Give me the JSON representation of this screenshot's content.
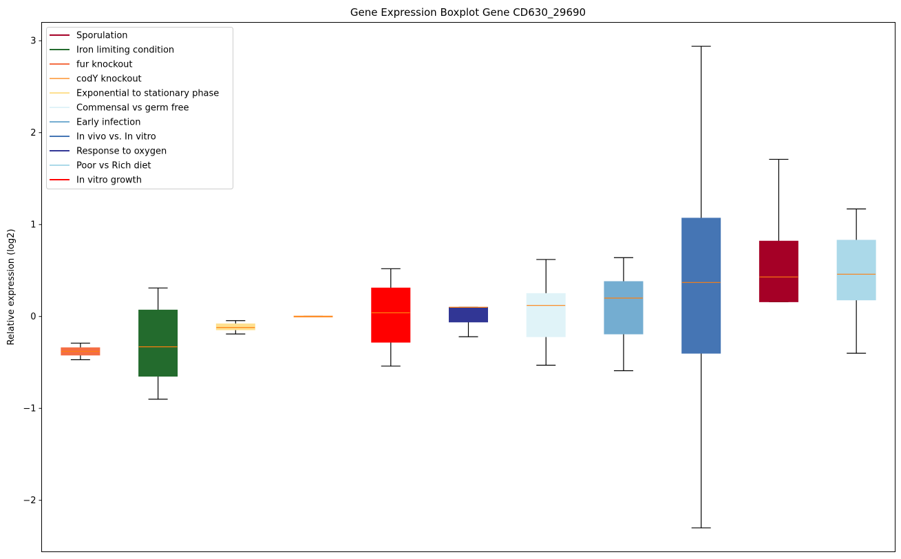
{
  "chart_data": {
    "type": "boxplot",
    "title": "Gene Expression Boxplot Gene CD630_29690",
    "xlabel": "",
    "ylabel": "Relative expression (log2)",
    "ylim": [
      -2.56,
      3.2
    ],
    "xlim": [
      0.5,
      11.5
    ],
    "yticks": [
      -2,
      -1,
      0,
      1,
      2,
      3
    ],
    "ytick_labels": [
      "−2",
      "−1",
      "0",
      "1",
      "2",
      "3"
    ],
    "grid": false,
    "legend_position": "top-left",
    "median_color": "#ff7f0e",
    "legend": [
      {
        "label": "Sporulation",
        "color": "#a50026"
      },
      {
        "label": "Iron limiting condition",
        "color": "#236b2d"
      },
      {
        "label": "fur knockout",
        "color": "#f46d43"
      },
      {
        "label": "codY knockout",
        "color": "#fdae61"
      },
      {
        "label": "Exponential to stationary phase",
        "color": "#fee090"
      },
      {
        "label": "Commensal vs germ free",
        "color": "#e0f3f8"
      },
      {
        "label": "Early infection",
        "color": "#74add1"
      },
      {
        "label": "In vivo vs. In vitro",
        "color": "#4575b4"
      },
      {
        "label": "Response to oxygen",
        "color": "#313695"
      },
      {
        "label": "Poor vs Rich diet",
        "color": "#abd9e9"
      },
      {
        "label": "In vitro growth",
        "color": "#ff0000"
      }
    ],
    "series": [
      {
        "name": "fur knockout",
        "color": "#f46d43",
        "whislo": -0.47,
        "q1": -0.42,
        "median": -0.38,
        "q3": -0.34,
        "whishi": -0.29
      },
      {
        "name": "Iron limiting condition",
        "color": "#236b2d",
        "whislo": -0.9,
        "q1": -0.65,
        "median": -0.33,
        "q3": 0.07,
        "whishi": 0.31
      },
      {
        "name": "Exponential to stationary phase",
        "color": "#fee090",
        "whislo": -0.19,
        "q1": -0.145,
        "median": -0.12,
        "q3": -0.08,
        "whishi": -0.045
      },
      {
        "name": "codY knockout",
        "color": "#fdae61",
        "whislo": -0.005,
        "q1": -0.005,
        "median": 0.0,
        "q3": 0.005,
        "whishi": 0.005
      },
      {
        "name": "In vitro growth",
        "color": "#ff0000",
        "whislo": -0.54,
        "q1": -0.28,
        "median": 0.04,
        "q3": 0.31,
        "whishi": 0.52
      },
      {
        "name": "Response to oxygen",
        "color": "#313695",
        "whislo": -0.22,
        "q1": -0.06,
        "median": 0.1,
        "q3": 0.1,
        "whishi": 0.1
      },
      {
        "name": "Commensal vs germ free",
        "color": "#e0f3f8",
        "whislo": -0.53,
        "q1": -0.22,
        "median": 0.12,
        "q3": 0.25,
        "whishi": 0.62
      },
      {
        "name": "Early infection",
        "color": "#74add1",
        "whislo": -0.59,
        "q1": -0.19,
        "median": 0.2,
        "q3": 0.38,
        "whishi": 0.64
      },
      {
        "name": "In vivo vs. In vitro",
        "color": "#4575b4",
        "whislo": -2.3,
        "q1": -0.4,
        "median": 0.37,
        "q3": 1.07,
        "whishi": 2.94
      },
      {
        "name": "Sporulation",
        "color": "#a50026",
        "whislo": 0.16,
        "q1": 0.16,
        "median": 0.43,
        "q3": 0.82,
        "whishi": 1.71
      },
      {
        "name": "Poor vs Rich diet",
        "color": "#abd9e9",
        "whislo": -0.4,
        "q1": 0.18,
        "median": 0.46,
        "q3": 0.83,
        "whishi": 1.17
      }
    ]
  }
}
